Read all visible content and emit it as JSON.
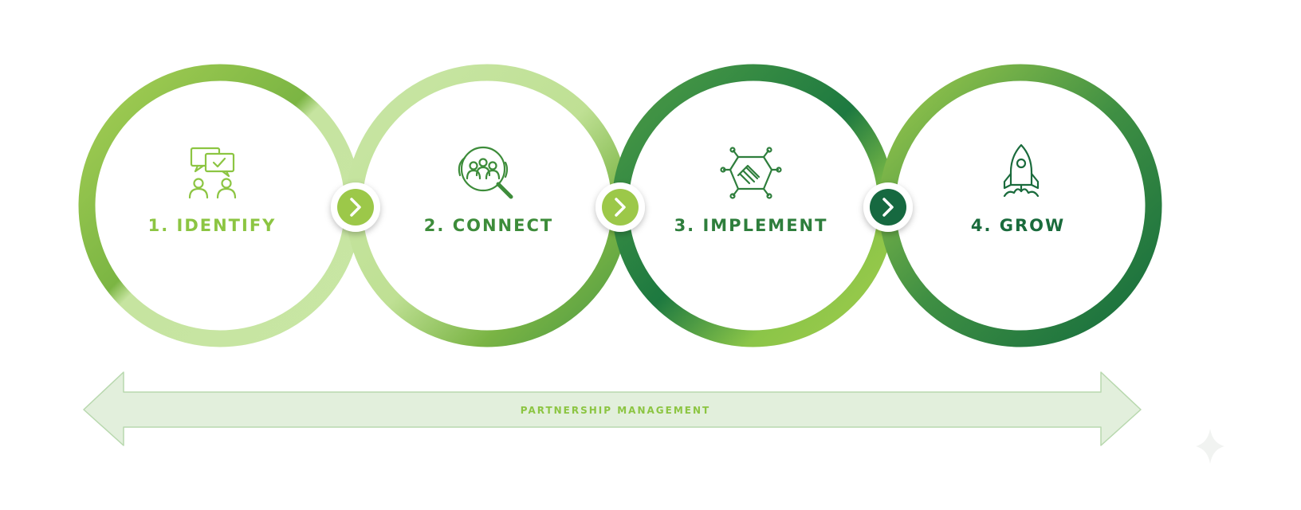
{
  "colors": {
    "light_green": "#9cc84a",
    "pale_green": "#c3e39a",
    "mid_green": "#4e9a47",
    "dark_green": "#127140",
    "arrow_fill": "#e2efdc",
    "arrow_stroke": "#b8d8ae"
  },
  "steps": [
    {
      "label": "1. IDENTIFY",
      "icon": "chat-people-icon",
      "color": "#8cc542"
    },
    {
      "label": "2. CONNECT",
      "icon": "magnifier-people-icon",
      "color": "#3d8c3a"
    },
    {
      "label": "3. IMPLEMENT",
      "icon": "handshake-network-icon",
      "color": "#2e7e3c"
    },
    {
      "label": "4. GROW",
      "icon": "rocket-icon",
      "color": "#1a6b3c"
    }
  ],
  "connectors": [
    {
      "icon": "chevron-right-icon",
      "color": "#9cc84a"
    },
    {
      "icon": "chevron-right-icon",
      "color": "#9cc84a"
    },
    {
      "icon": "chevron-right-icon",
      "color": "#17693f"
    }
  ],
  "bottom_arrow": {
    "label": "PARTNERSHIP MANAGEMENT",
    "icon": "double-arrow-icon"
  },
  "corner_mark": {
    "icon": "sparkle-icon"
  }
}
